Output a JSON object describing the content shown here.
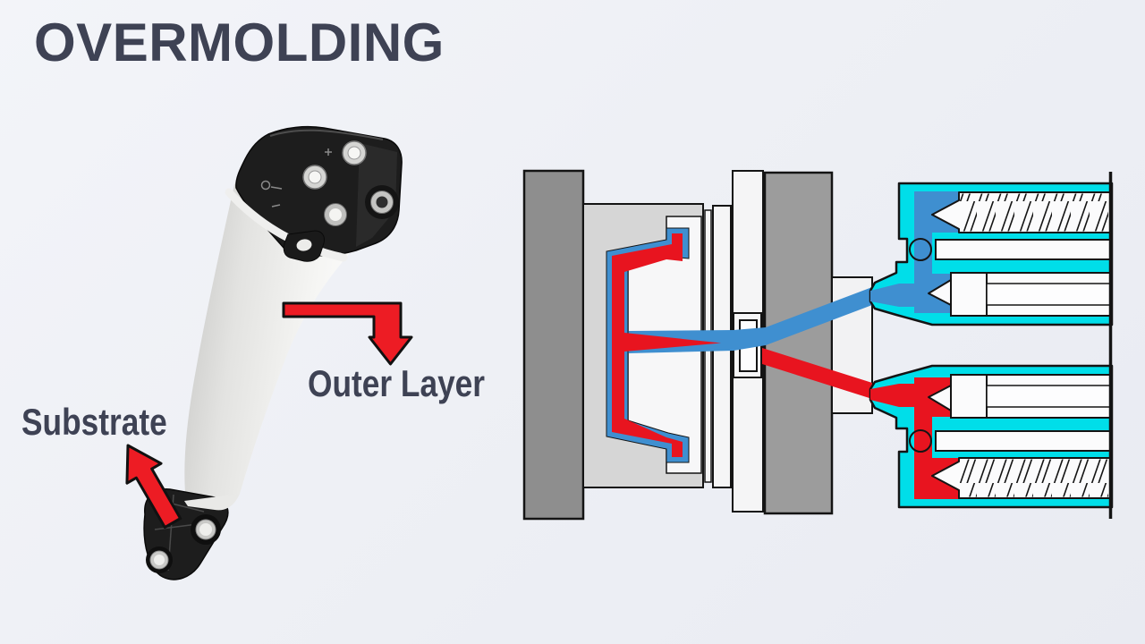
{
  "page": {
    "title": "OVERMOLDING",
    "text_color": "#3e4254",
    "background": "#eef0f5"
  },
  "annotations": {
    "substrate": {
      "label": "Substrate"
    },
    "outer_layer": {
      "label": "Outer Layer"
    },
    "arrow_color": "#ed1c24",
    "arrow_outline": "#111111"
  },
  "part_photo": {
    "body_color": "#e9e9e7",
    "substrate_color": "#1d1d1d",
    "bushing_metal": "#c9c9c7"
  },
  "machine": {
    "outline": "#141414",
    "clamp_plate": "#8e8e8e",
    "moving_plate": "#9c9c9c",
    "mold_block": "#d6d6d6",
    "cavity_white": "#f7f7f8",
    "plate_white": "#f5f5f6",
    "housing_cyan": "#00dee9",
    "melt_blue": "#3f8fd0",
    "melt_red": "#e8141f"
  }
}
